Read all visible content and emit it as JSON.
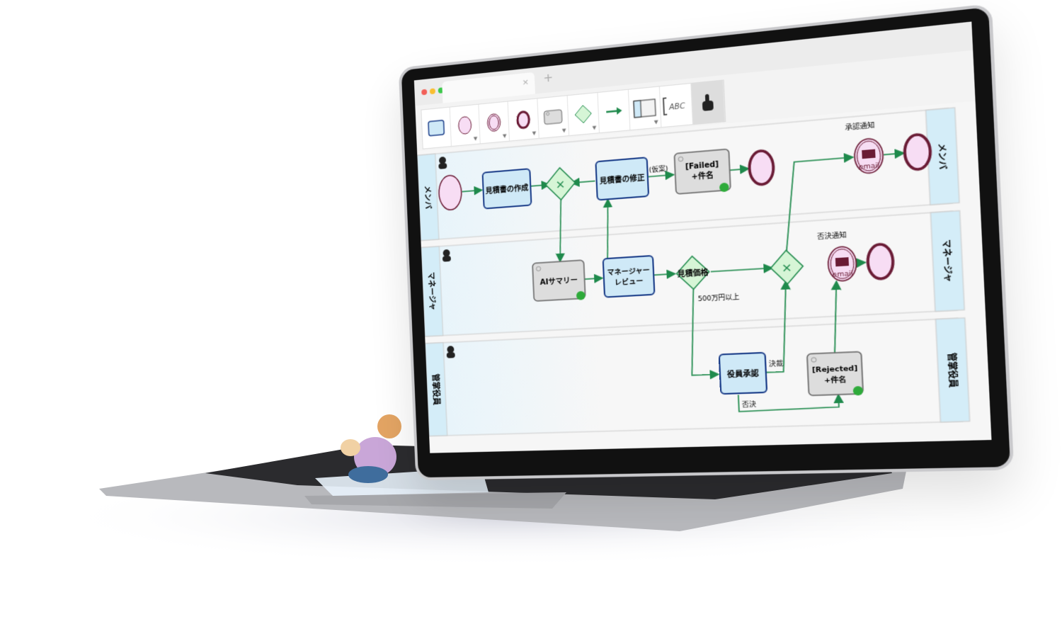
{
  "browser": {
    "new_tab": "+",
    "close_tab": "×"
  },
  "toolbar": {
    "tools": [
      {
        "icon": "task-icon"
      },
      {
        "icon": "start-event-icon"
      },
      {
        "icon": "intermediate-event-icon"
      },
      {
        "icon": "end-event-icon"
      },
      {
        "icon": "service-task-icon"
      },
      {
        "icon": "gateway-icon"
      },
      {
        "icon": "sequence-flow-arrow-icon"
      },
      {
        "icon": "lane-icon"
      },
      {
        "text_annotation_label": "ABC",
        "icon": "text-annotation-icon"
      },
      {
        "icon": "hand-pointer-icon"
      }
    ]
  },
  "lanes": [
    {
      "label": "メンバ"
    },
    {
      "label": "マネージャ"
    },
    {
      "label": "管掌役員"
    }
  ],
  "tasks": {
    "create_quote": "見積書の作成",
    "revise_quote": "見積書の修正",
    "failed_line1": "[Failed]",
    "failed_line2": "+件名",
    "ai_summary": "AIサマリー",
    "manager_review_line1": "マネージャー",
    "manager_review_line2": "レビュー",
    "exec_approval": "役員承認",
    "rejected_line1": "[Rejected]",
    "rejected_line2": "+件名"
  },
  "gateways": {
    "quote_price": "見積価格"
  },
  "flow_labels": {
    "draft": "(仮案)",
    "over_5m": "500万円以上",
    "decided": "決裁",
    "rejected": "否決"
  },
  "events": {
    "approval_notice": "承認通知",
    "rejection_notice": "否決通知",
    "email": "email"
  },
  "colors": {
    "flow": "#1f8a4c",
    "task_fill": "#cfe9f7",
    "task_stroke": "#1d3f8a",
    "event_fill": "#f7ddf4",
    "end_stroke": "#6a1b35",
    "gateway_fill": "#d6f5d6",
    "lane_strip": "#d4edf8"
  }
}
